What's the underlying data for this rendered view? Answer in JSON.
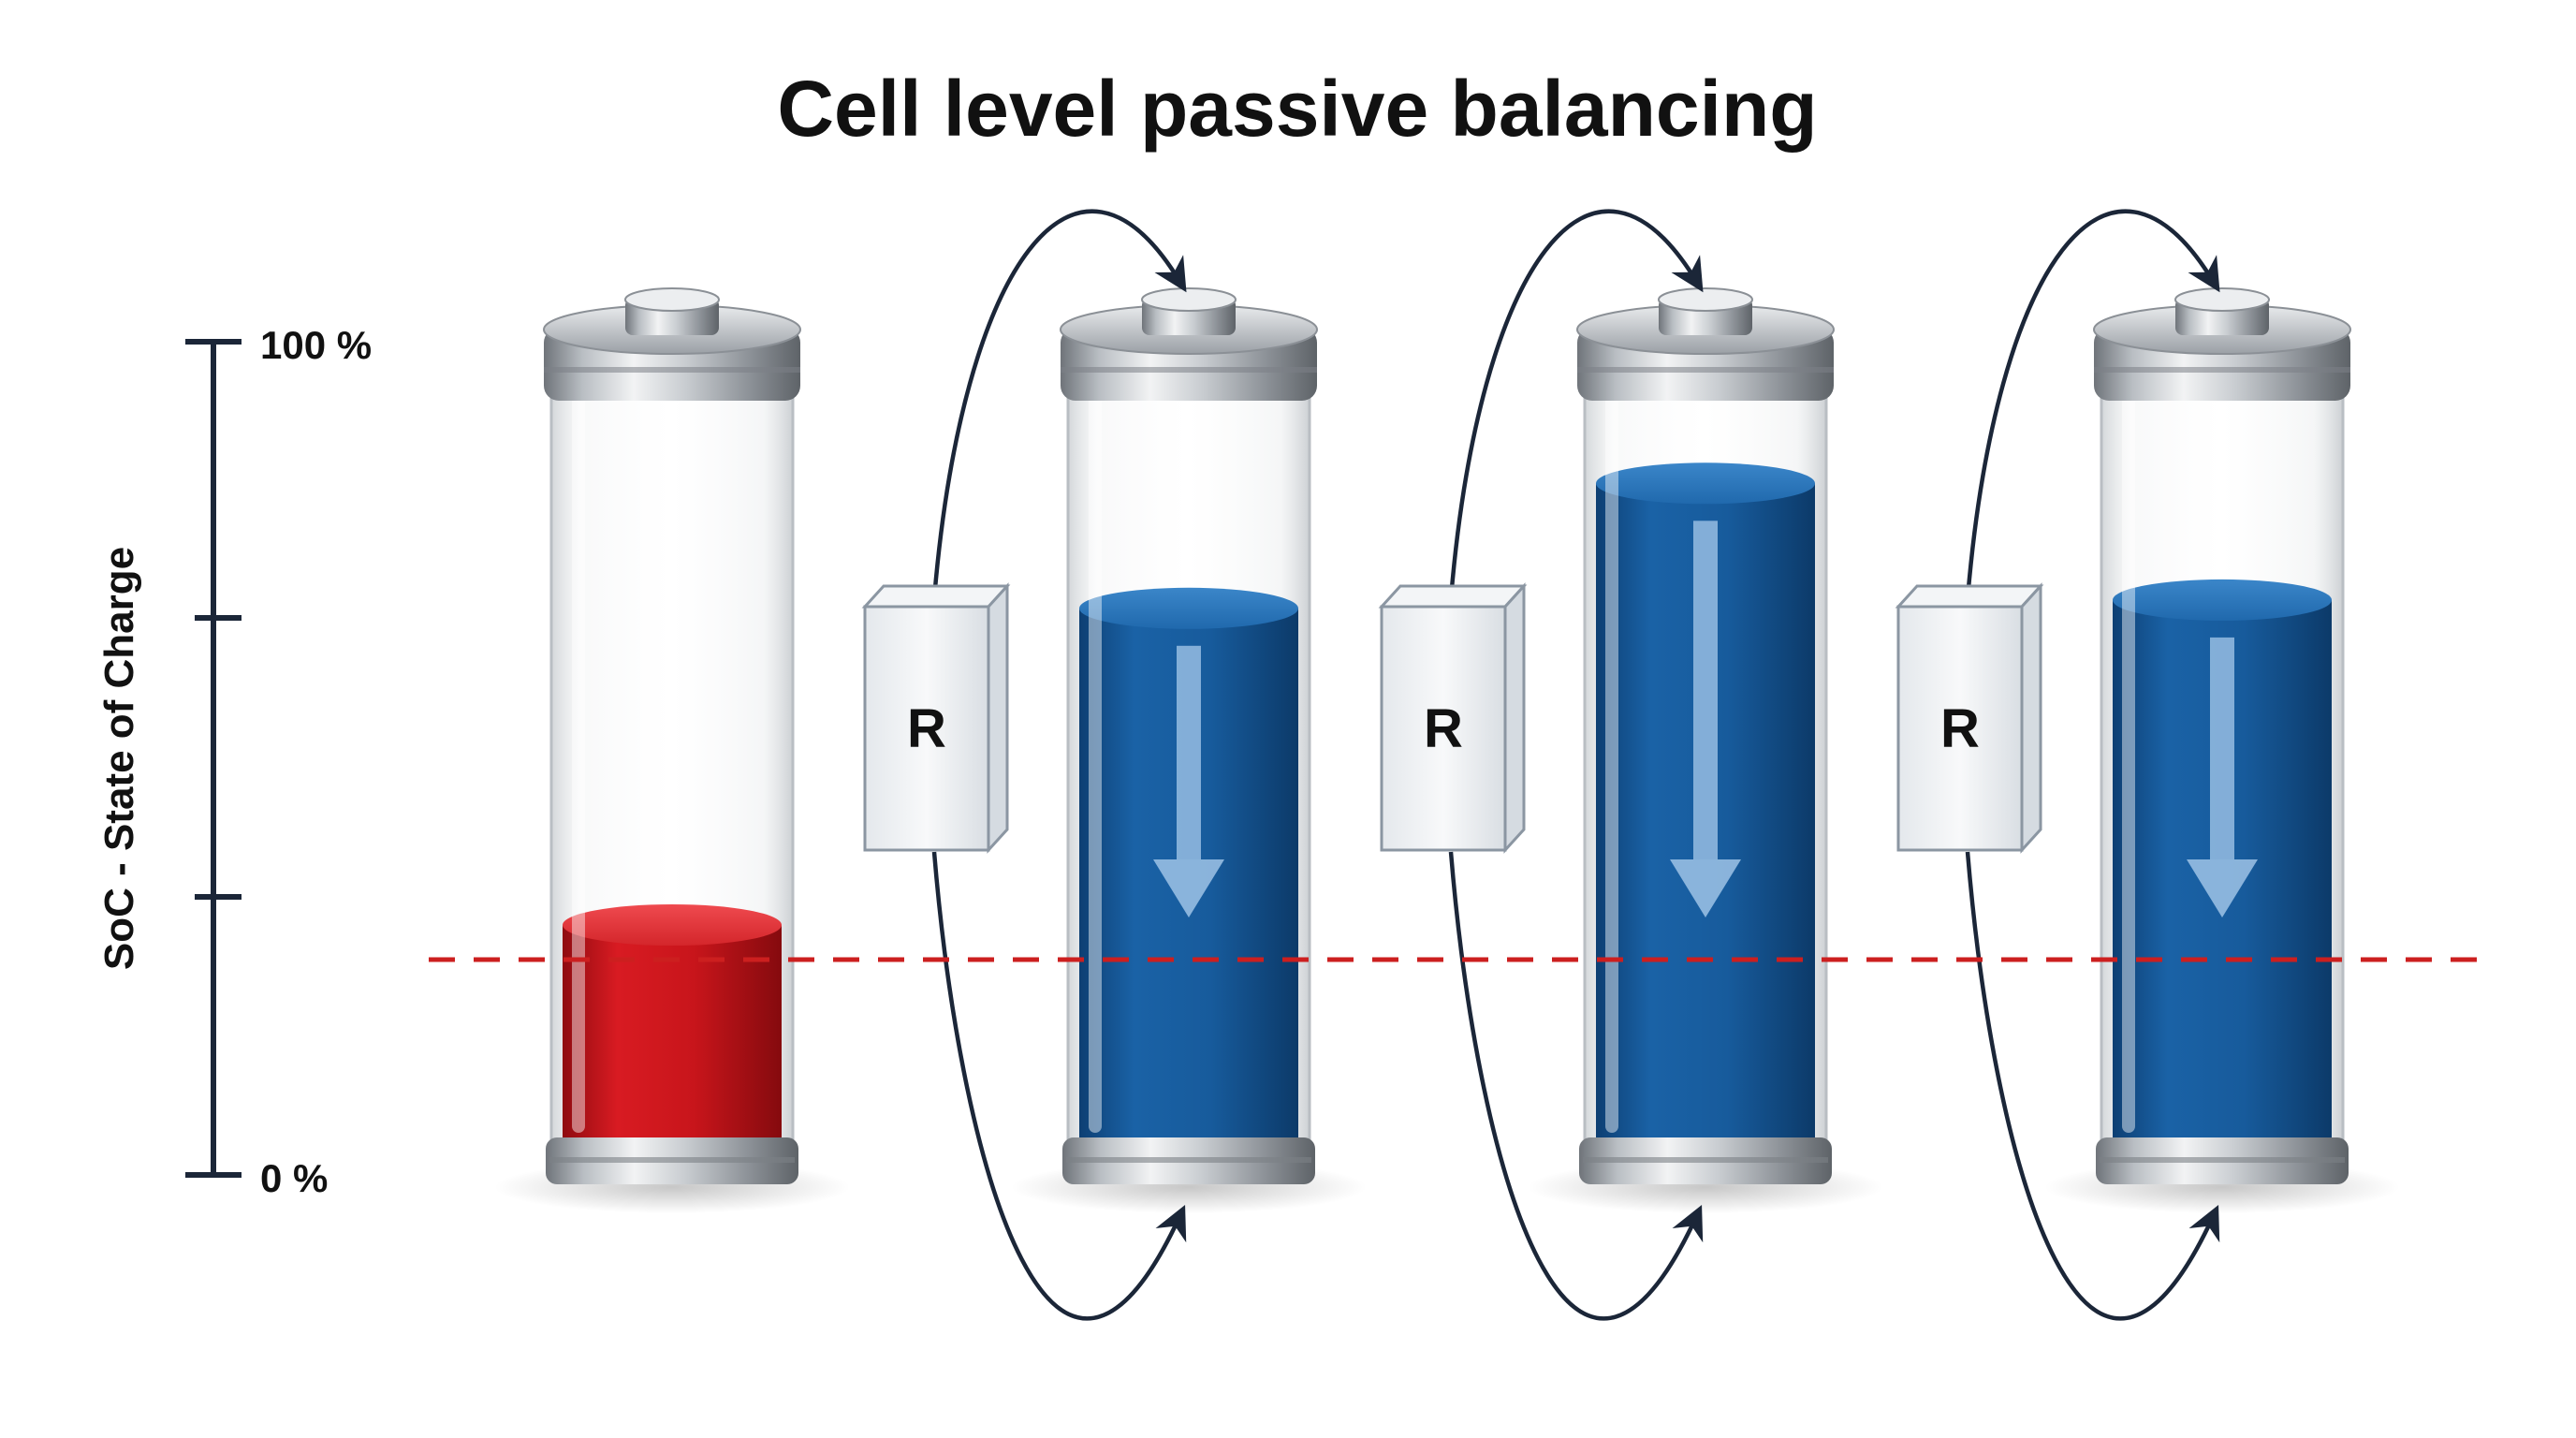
{
  "title": "Cell level passive balancing",
  "axis": {
    "label": "SoC - State of Charge",
    "max_label": "100 %",
    "min_label": "0 %"
  },
  "threshold_line": {
    "color": "#cc1f1f",
    "style": "dashed"
  },
  "cells": [
    {
      "name": "cell-1",
      "soc": 0.3,
      "color": "red",
      "discharging": false
    },
    {
      "name": "cell-2",
      "soc": 0.68,
      "color": "blue",
      "discharging": true
    },
    {
      "name": "cell-3",
      "soc": 0.83,
      "color": "blue",
      "discharging": true
    },
    {
      "name": "cell-4",
      "soc": 0.69,
      "color": "blue",
      "discharging": true
    }
  ],
  "resistors": [
    {
      "label": "R"
    },
    {
      "label": "R"
    },
    {
      "label": "R"
    }
  ],
  "colors": {
    "red_fill": "#c8151b",
    "blue_fill": "#16599a",
    "arrow_stroke": "#1b2638",
    "axis": "#1b2638"
  }
}
